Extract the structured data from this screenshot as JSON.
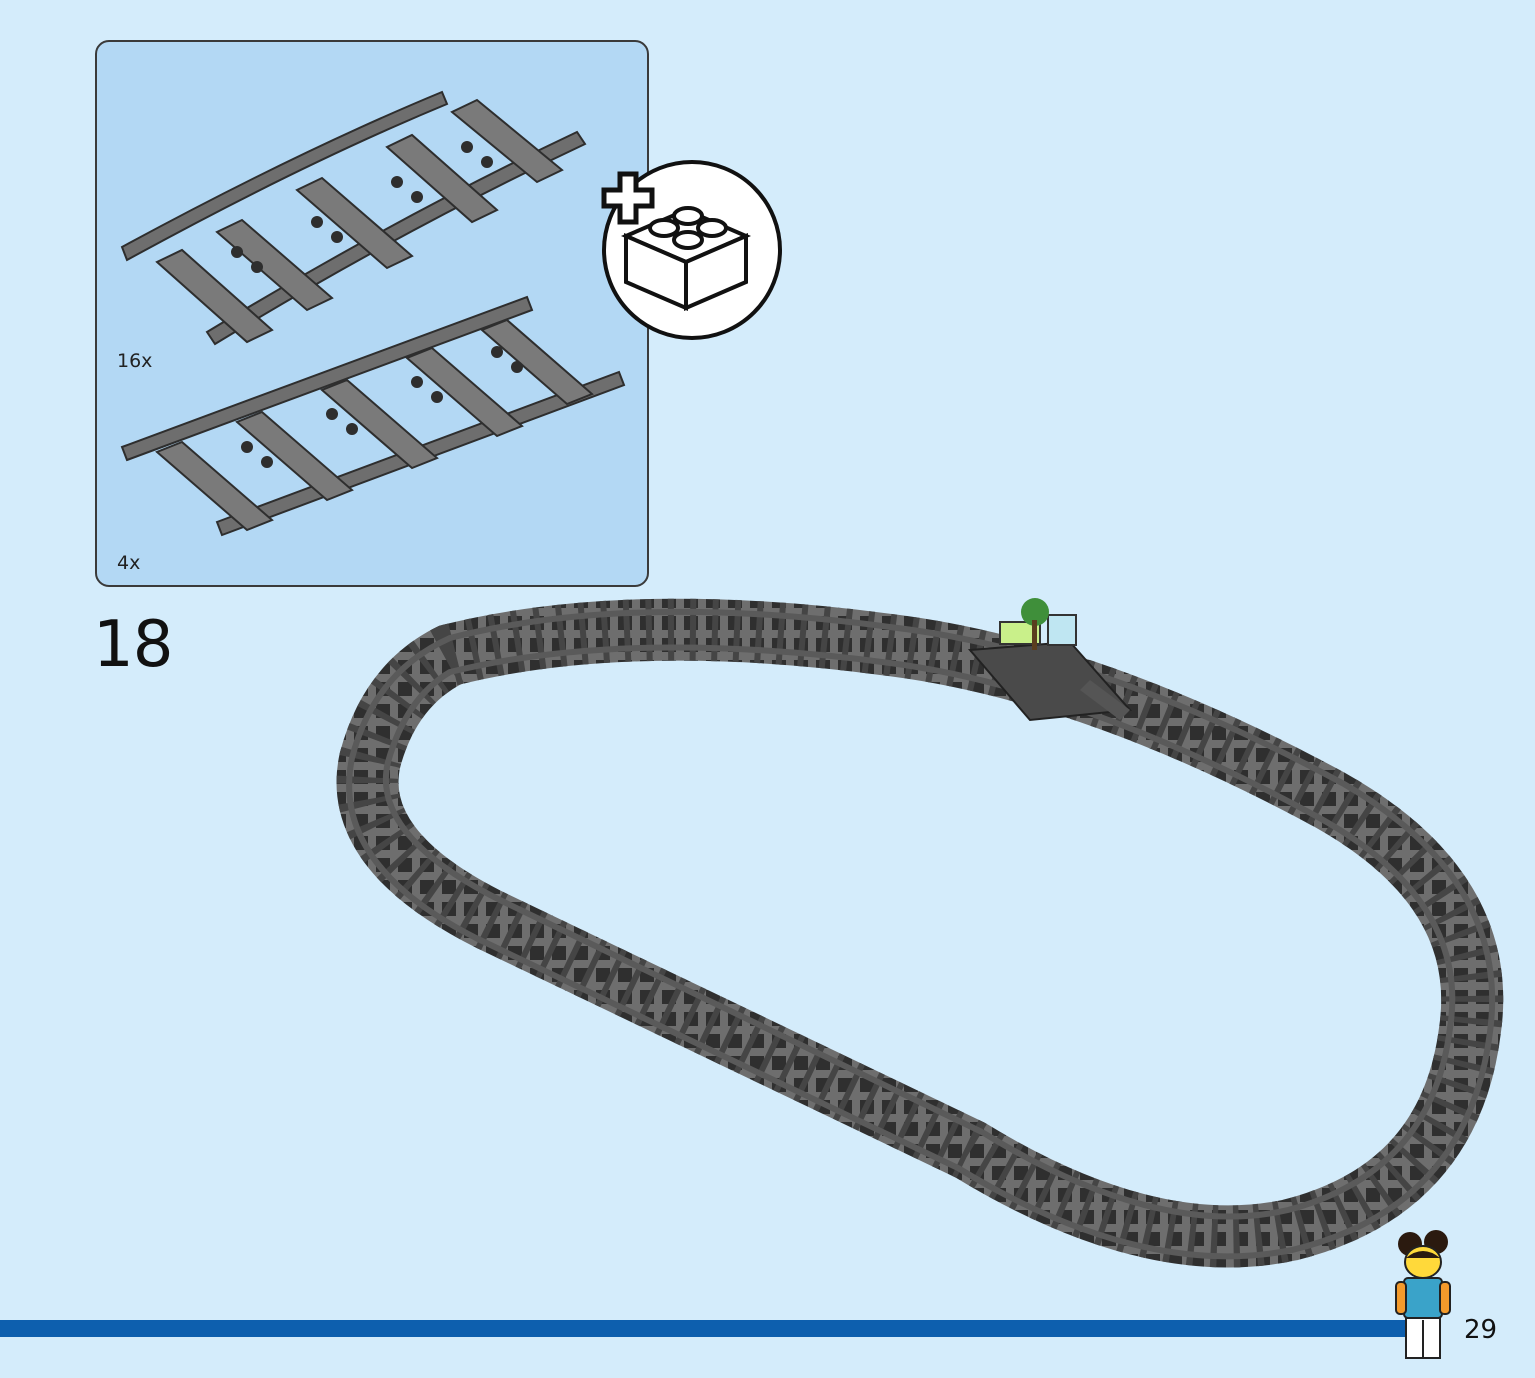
{
  "step": {
    "number": "18"
  },
  "parts_callout": {
    "items": [
      {
        "name": "curved-track",
        "quantity": "16x"
      },
      {
        "name": "straight-track",
        "quantity": "4x"
      }
    ],
    "add_icon": "plus-brick-icon"
  },
  "page": {
    "number": "29"
  },
  "colors": {
    "background": "#d4ecfb",
    "callout_background": "#b3d8f4",
    "track_gray": "#6e6e6e",
    "stud_dark": "#2e2e2e",
    "bottom_bar": "#0d5fae"
  }
}
